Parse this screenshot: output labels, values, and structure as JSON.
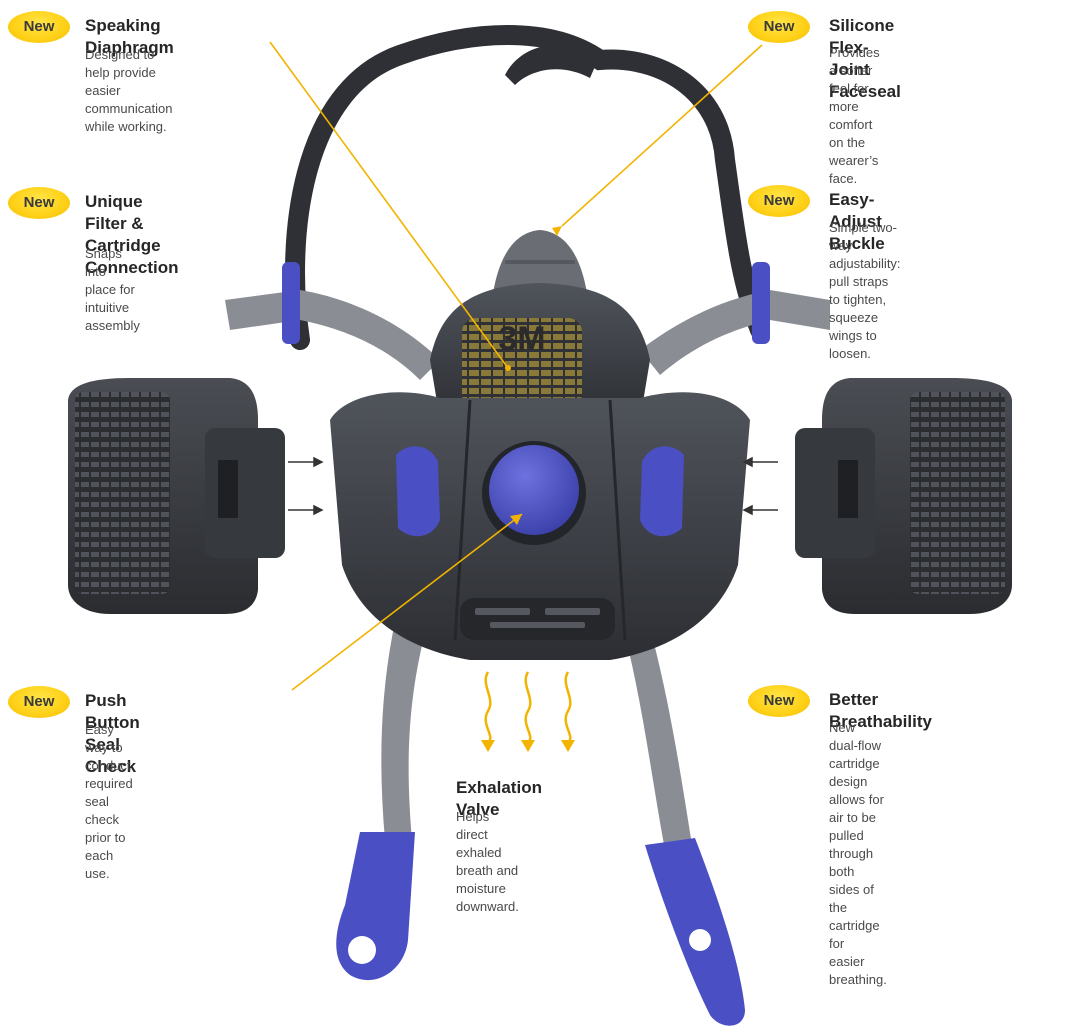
{
  "brand": {
    "logo_text": "3M"
  },
  "colors": {
    "badge": "#ffd21a",
    "mask_body": "#3d4046",
    "accent_blue": "#4a4fc4",
    "strap": "#8a8e94",
    "leader_line": "#f2b400"
  },
  "callouts": {
    "speaking": {
      "badge": "New",
      "title": "Speaking Diaphragm",
      "desc": "Designed to help provide\neasier communication\nwhile working."
    },
    "filter": {
      "badge": "New",
      "title": "Unique Filter &\nCartridge Connection",
      "desc": "Snaps into place for\nintuitive assembly"
    },
    "pushbutton": {
      "badge": "New",
      "title": "Push Button Seal Check",
      "desc": "Easy way to conduct required\nseal check prior to each use."
    },
    "faceseal": {
      "badge": "New",
      "title": "Silicone Flex-Joint Faceseal",
      "desc": "Provides a softer feel for more\ncomfort on the wearer’s face."
    },
    "buckle": {
      "badge": "New",
      "title": "Easy-Adjust Buckle",
      "desc": "Simple two-way adjustability:\npull straps to tighten, squeeze\nwings to loosen."
    },
    "breathability": {
      "badge": "New",
      "title": "Better Breathability",
      "desc": "New dual-flow cartridge design\nallows for air to be pulled through\nboth sides of the cartridge for\neasier breathing."
    },
    "exhalation": {
      "title": "Exhalation Valve",
      "desc": "Helps direct exhaled\nbreath and moisture\ndownward."
    }
  }
}
